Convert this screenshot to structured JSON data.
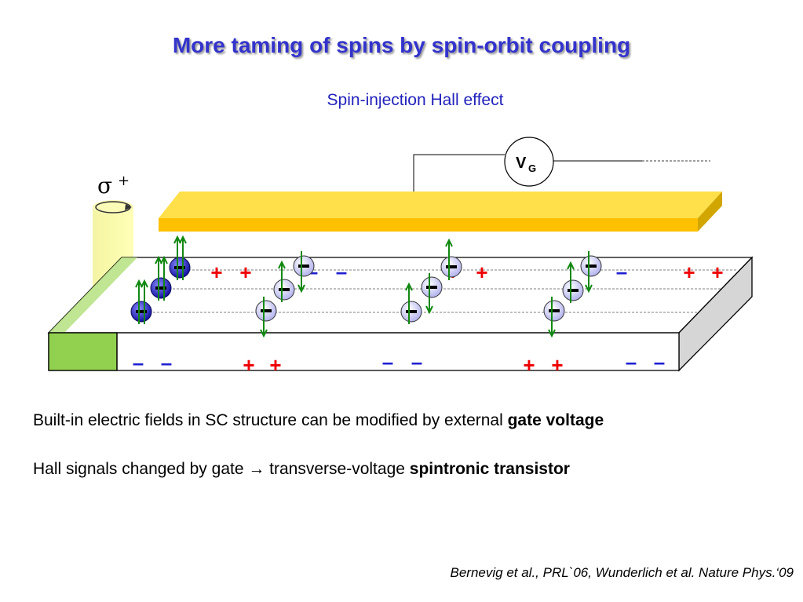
{
  "slide": {
    "title": "More taming of spins by spin-orbit coupling",
    "subtitle": "Spin-injection Hall effect",
    "bullet1": {
      "text": "Built-in electric fields in SC structure can be modified by external ",
      "bold": "gate voltage"
    },
    "bullet2": {
      "text": "Hall signals changed by gate ",
      "arrow": "→",
      "text2": " transverse-voltage ",
      "bold": "spintronic transistor"
    },
    "reference": "Bernevig et al., PRL`06, Wunderlich et al. Nature Phys.‘09"
  },
  "diagram": {
    "gate_label": "V",
    "gate_subscript": "G",
    "light_label": "σ",
    "light_superscript": "+",
    "minus_sign": "–",
    "plus_sign": "+",
    "colors": {
      "gate": "#ffd21f",
      "green": "#92d050",
      "bar": "#ffffff",
      "plus": "#ee0000",
      "minus": "#1f1fd0",
      "arrow": "#118811"
    }
  }
}
